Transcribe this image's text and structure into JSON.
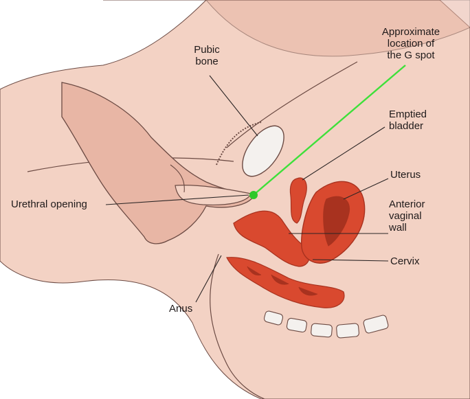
{
  "labels": {
    "pubic_bone": [
      "Pubic",
      "bone"
    ],
    "g_spot": [
      "Approximate",
      "location of",
      "the G spot"
    ],
    "emptied_bladder": [
      "Emptied",
      "bladder"
    ],
    "uterus": "Uterus",
    "anterior_vaginal_wall": [
      "Anterior",
      "vaginal",
      "wall"
    ],
    "urethral_opening": "Urethral opening",
    "cervix": "Cervix",
    "anus": "Anus"
  },
  "colors": {
    "skin": "#f3d2c4",
    "skin_shadow": "#e8b6a5",
    "outline": "#6b4a43",
    "organ": "#d9492f",
    "organ_dark": "#a8321f",
    "bone": "#f4f1ee",
    "leader": "#2a2424",
    "g_spot_line": "#3ee03a",
    "g_spot_dot": "#2ec82a"
  },
  "icons": [
    "g-spot-marker-dot"
  ]
}
